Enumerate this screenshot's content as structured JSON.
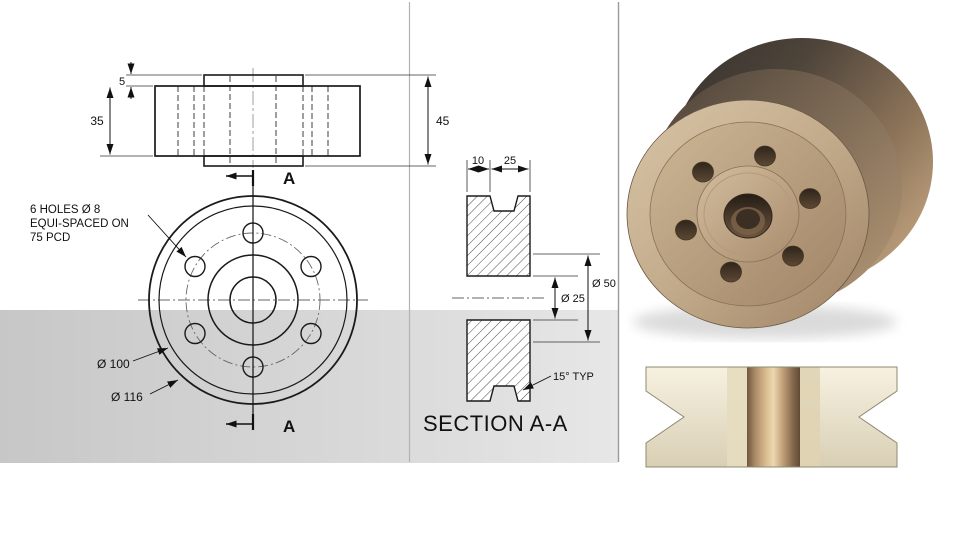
{
  "front_view": {
    "dim_boss": "5",
    "dim_rim_width": "35",
    "dim_total_width": "45"
  },
  "plan_view": {
    "holes_note": {
      "line1": "6 HOLES  Ø 8",
      "line2": "EQUI-SPACED ON",
      "line3": "75 PCD"
    },
    "dim_groove_dia": "Ø 100",
    "dim_outer_dia": "Ø 116",
    "cut_label_top": "A",
    "cut_label_bottom": "A"
  },
  "section_view": {
    "dim_rim": "10",
    "dim_groove": "25",
    "dim_bore_dia": "Ø 25",
    "dim_hub_dia": "Ø 50",
    "dim_taper": "15° TYP",
    "caption": "SECTION A-A"
  },
  "render": {
    "material_color": "#b99a77",
    "dark_side_color": "#3a342e",
    "section_face_color": "#efe8d4",
    "bore_color": "#8a6c50"
  },
  "canvas": {
    "background_band_color": "#d0d0d0",
    "line_color": "#1a1a1a"
  }
}
